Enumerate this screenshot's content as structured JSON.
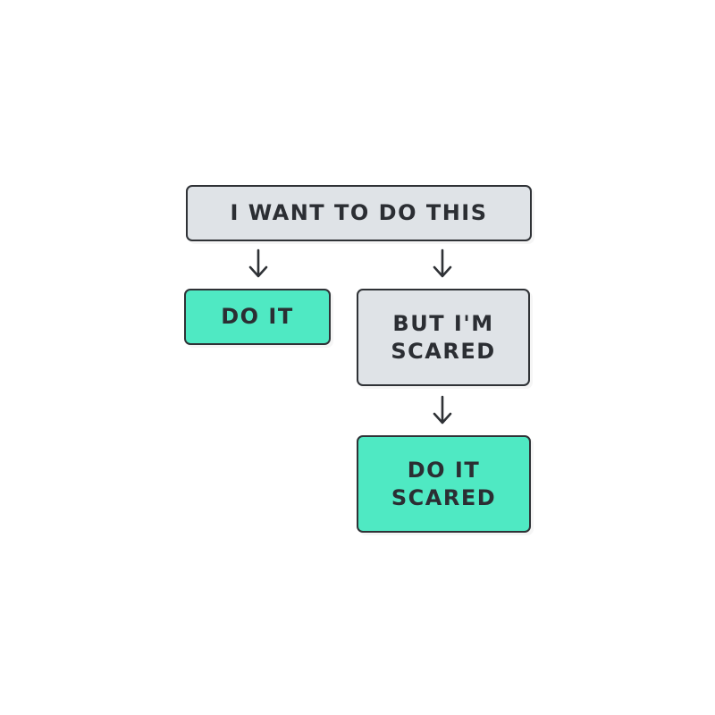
{
  "colors": {
    "gray_box": "#dfe3e7",
    "green_box": "#4fe9c3",
    "stroke": "#2f3236",
    "text": "#2b2e33"
  },
  "nodes": {
    "want": {
      "line1": "I WANT TO DO THIS"
    },
    "do_it": {
      "line1": "DO IT"
    },
    "scared": {
      "line1": "BUT I'M",
      "line2": "SCARED"
    },
    "do_it_scared": {
      "line1": "DO IT",
      "line2": "SCARED"
    }
  },
  "edges": [
    {
      "from": "want",
      "to": "do_it"
    },
    {
      "from": "want",
      "to": "scared"
    },
    {
      "from": "scared",
      "to": "do_it_scared"
    }
  ]
}
